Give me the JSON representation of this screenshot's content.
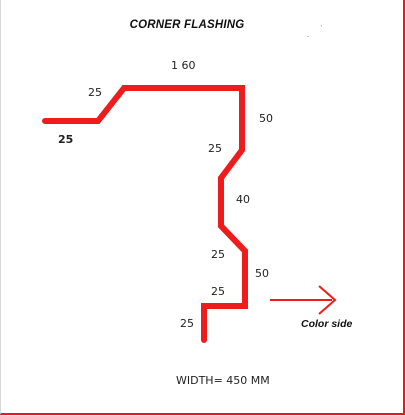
{
  "title": "CORNER  FLASHING",
  "dimensions": {
    "top_width": "1 60",
    "bottom_left_flange": "25",
    "upper_slope": "25",
    "right_vertical": "50",
    "slope_in": "25",
    "middle_vertical": "40",
    "slope_out": "25",
    "lower_vertical": "50",
    "bottom_return": "25",
    "end_leg": "25"
  },
  "color_side_label": "Color side",
  "width_note": "WIDTH= 450 MM",
  "colors": {
    "profile": "#ee1c1c",
    "arrow": "#ee1c1c",
    "frame": "#e31b1b"
  }
}
